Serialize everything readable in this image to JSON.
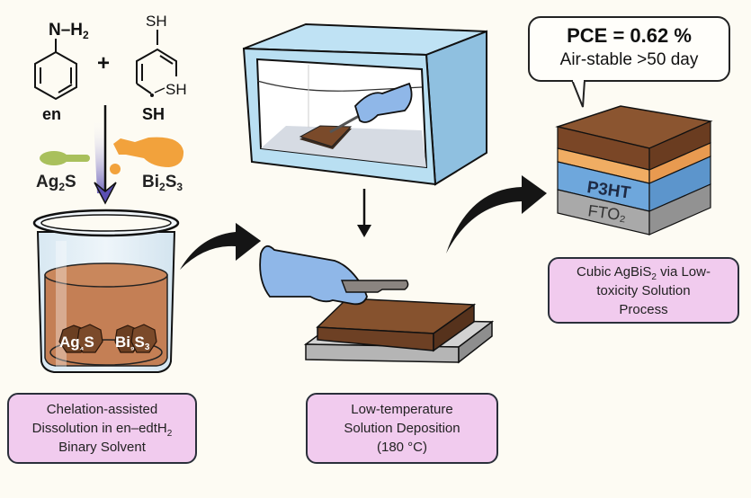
{
  "title": "AgBiS2 solar cell fabrication via low-toxicity solution process",
  "reagents": {
    "amine": {
      "top_label": "N–H",
      "top_sub": "2",
      "name": "en"
    },
    "plus": "+",
    "thiol": {
      "top_label": "SH",
      "side_label": "SH",
      "name": "SH"
    },
    "ag2s": {
      "base": "Ag",
      "sub": "2",
      "tail": "S"
    },
    "bi2s3": {
      "base": "Bi",
      "sub1": "2",
      "mid": "S",
      "sub2": "3"
    }
  },
  "beaker": {
    "crystal_left": {
      "base": "Ag",
      "sub": "₄",
      "tail": "S"
    },
    "crystal_right": {
      "base": "Bi",
      "sub1": "₉",
      "mid": "S",
      "sub2": "3"
    }
  },
  "steps": [
    {
      "line1": "Chelation-assisted",
      "line2_prefix": "Dissolution in en–edtH",
      "line2_sub": "2",
      "line3": "Binary Solvent"
    },
    {
      "line1": "Low-temperature",
      "line2": "Solution Deposition",
      "line3": "(180 °C)"
    },
    {
      "line1_prefix": "Cubic AgBiS",
      "line1_sub": "2",
      "line1_suffix": " via Low-",
      "line2": "toxicity Solution",
      "line3": "Process"
    }
  ],
  "device": {
    "layers": [
      {
        "name": "absorber",
        "label": "",
        "color": "#8b5530"
      },
      {
        "name": "interlayer",
        "label": "",
        "color": "#f0ad63"
      },
      {
        "name": "P3HT",
        "label": "P3HT",
        "color": "#6ea7dc"
      },
      {
        "name": "FTO",
        "label": "FTO₂",
        "color": "#a9a9a9"
      }
    ]
  },
  "callout": {
    "pce": "PCE = 0.62 %",
    "stability": "Air-stable >50 day"
  },
  "colors": {
    "background": "#fdfbf3",
    "label_fill": "#f1cbee",
    "glove": "#8fb7e8",
    "box": "#bfe0f2",
    "solution": "#c47f55",
    "film": "#7a4a2a",
    "arrow_purple": "#5a4fb3"
  }
}
